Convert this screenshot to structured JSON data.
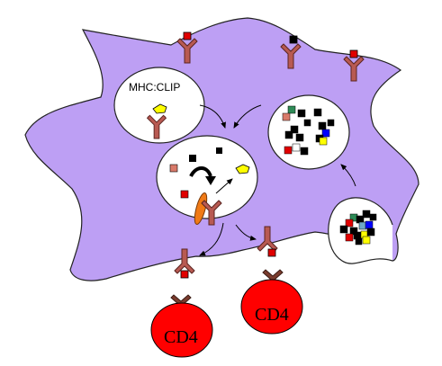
{
  "diagram": {
    "mhc_clip_label": "MHC:CLIP",
    "cd4_labels": [
      "CD4",
      "CD4"
    ],
    "colors": {
      "cell_fill": "#bd9ff4",
      "cell_stroke": "#222222",
      "vesicle_fill": "#ffffff",
      "receptor": "#b85a52",
      "tcell_receptor": "#7a3c2e",
      "tcell_fill": "#ff0000",
      "peptide_red": "#e00000",
      "peptide_yellow": "#ffff00",
      "peptide_black": "#000000",
      "peptide_green": "#2e8b57",
      "peptide_blue": "#0000ff",
      "peptide_salmon": "#d97a6a",
      "hla_dm": "#f07a16"
    }
  }
}
